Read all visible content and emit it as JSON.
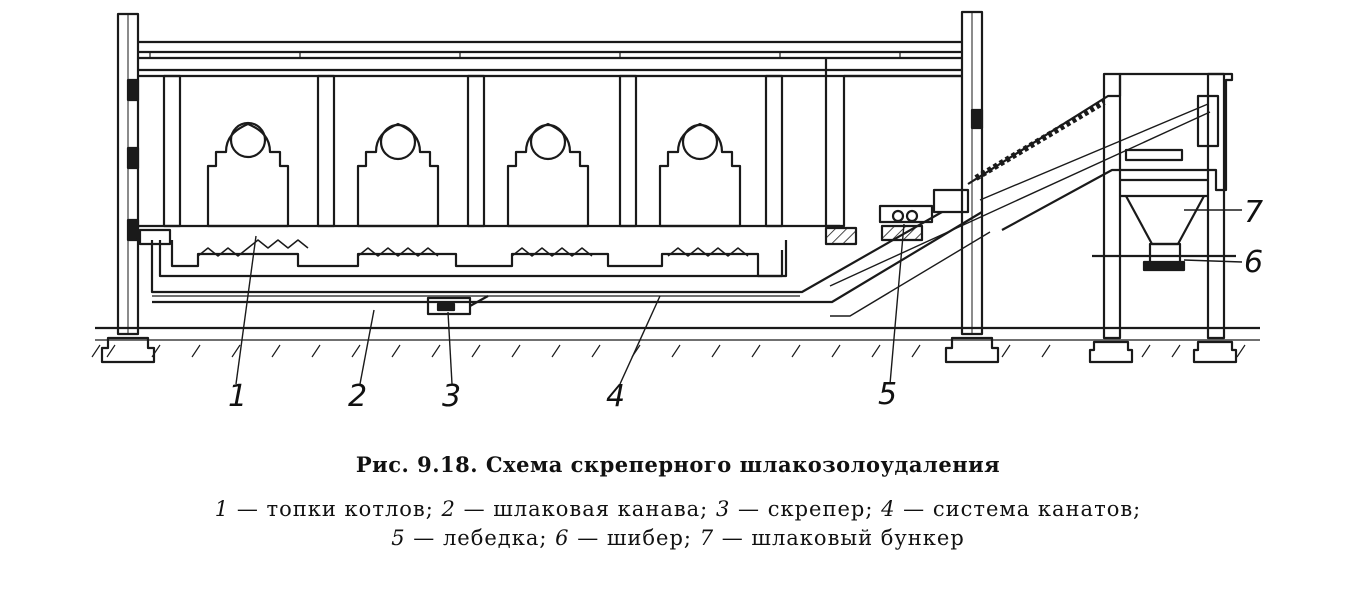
{
  "figure": {
    "title": "Рис. 9.18. Схема скреперного шлакозолоудаления"
  },
  "legend": [
    {
      "num": "1",
      "text": "— топки котлов;"
    },
    {
      "num": "2",
      "text": "— шлаковая канава;"
    },
    {
      "num": "3",
      "text": "— скрепер;"
    },
    {
      "num": "4",
      "text": "— система канатов;"
    },
    {
      "num": "5",
      "text": "— лебедка;"
    },
    {
      "num": "6",
      "text": "— шибер;"
    },
    {
      "num": "7",
      "text": "— шлаковый бункер"
    }
  ],
  "callouts": [
    "1",
    "2",
    "3",
    "4",
    "5",
    "6",
    "7"
  ],
  "colors": {
    "ink": "#1a1a1a",
    "paper": "#ffffff"
  }
}
